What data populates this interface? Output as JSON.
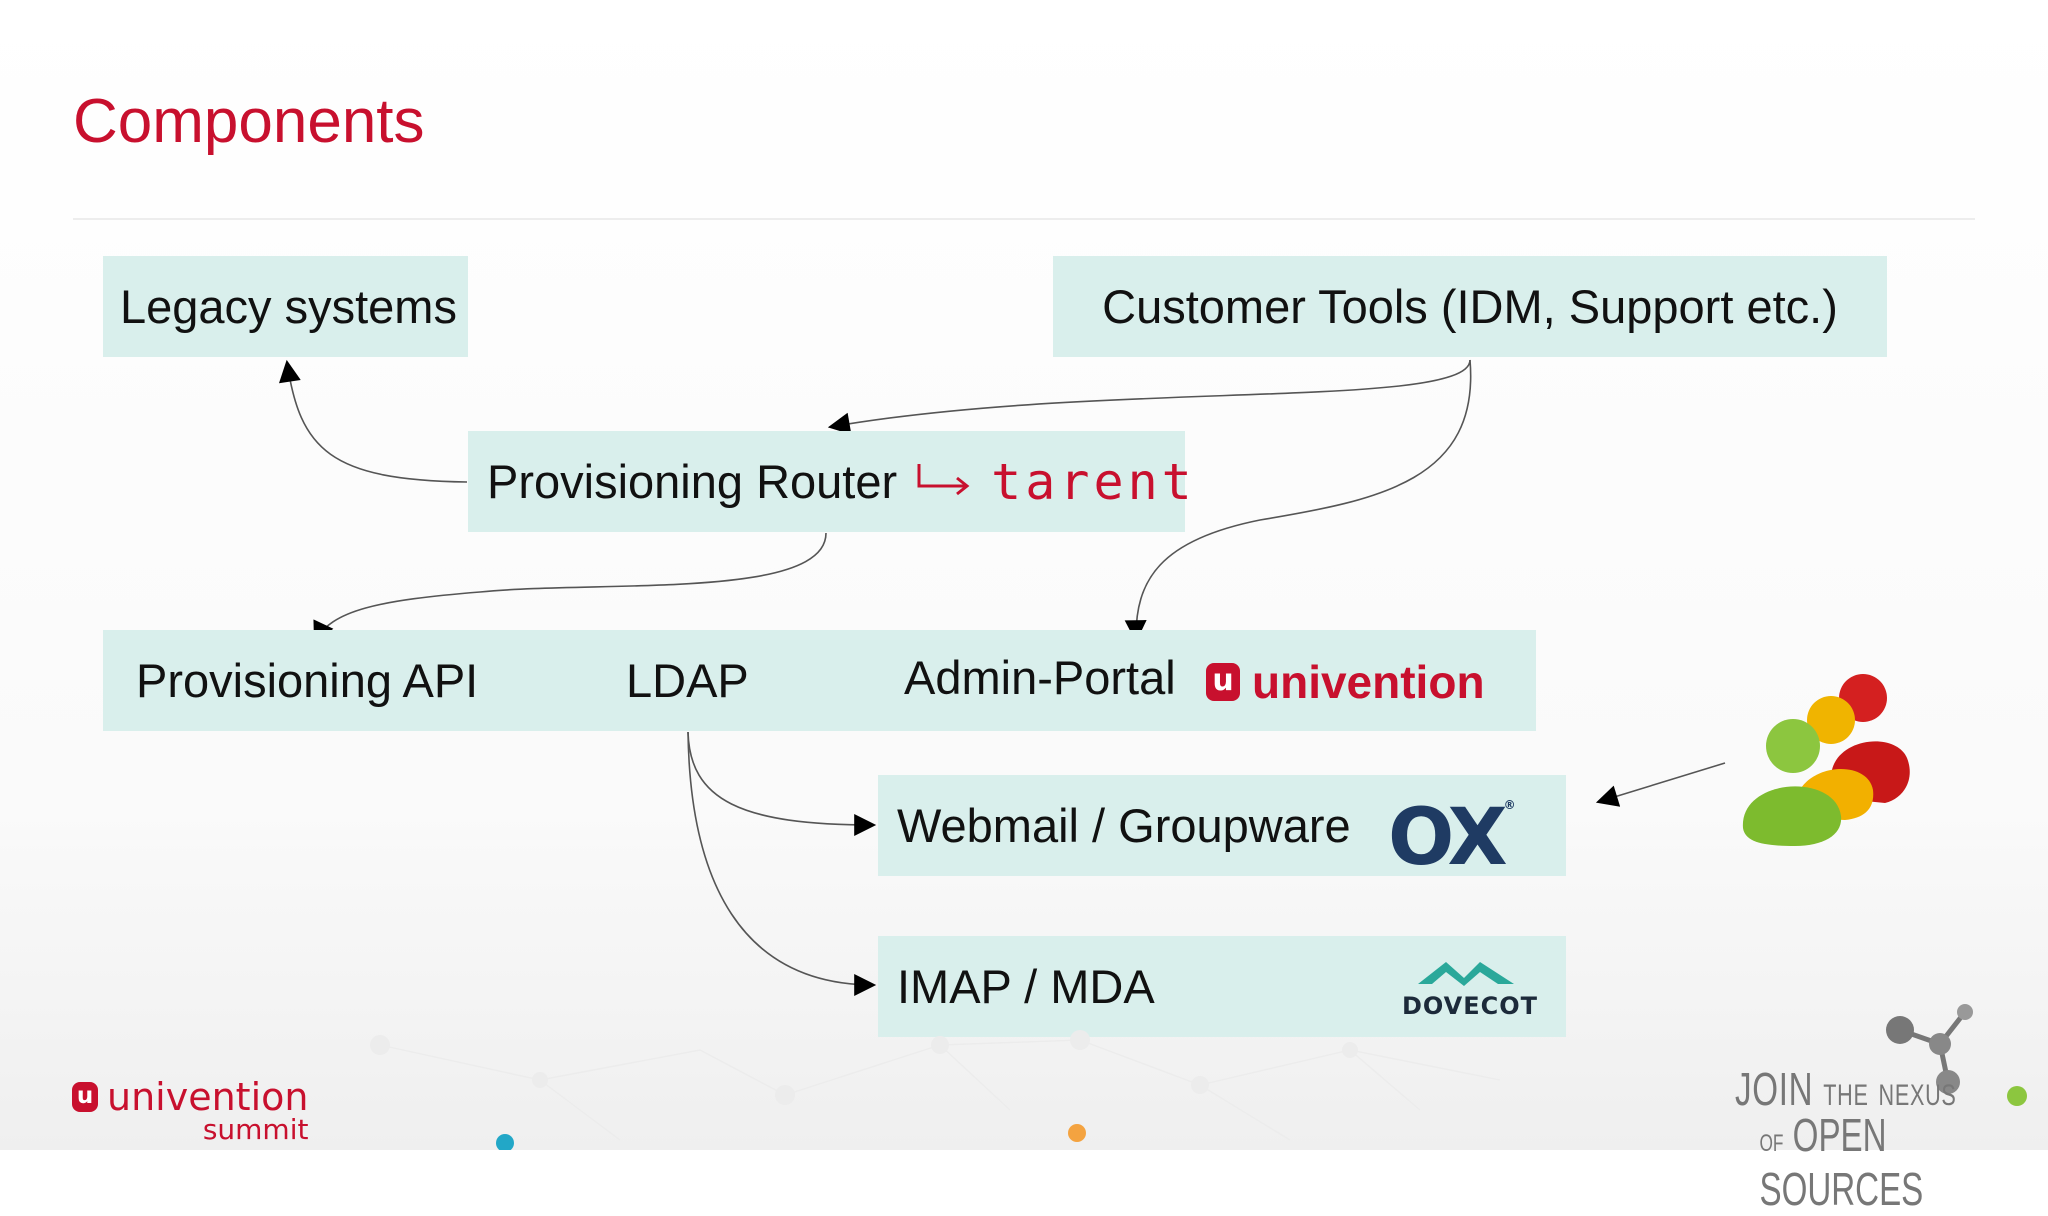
{
  "slide": {
    "title": "Components"
  },
  "boxes": {
    "legacy": "Legacy systems",
    "customer_tools": "Customer Tools (IDM, Support etc.)",
    "router": "Provisioning Router",
    "api": "Provisioning API",
    "ldap": "LDAP",
    "admin_portal": "Admin-Portal",
    "webmail": "Webmail / Groupware",
    "imap": "IMAP / MDA"
  },
  "logos": {
    "tarent": "tarent",
    "univention": "univention",
    "univention_mark": "u",
    "ox": "OX",
    "ox_registered": "®",
    "dovecot": "DOVECOT"
  },
  "footer": {
    "brand": "univention",
    "brand_mark": "u",
    "brand_sub": "summit",
    "tagline_join": "JOIN",
    "tagline_the": "THE",
    "tagline_nexus": "NEXUS",
    "tagline_of": "OF",
    "tagline_open_sources": "OPEN SOURCES"
  },
  "colors": {
    "accent": "#c8102e",
    "box_fill": "#d9efec",
    "ox_blue": "#1f3b63",
    "dovecot_teal": "#2aa89a"
  },
  "icons": [
    "arrow-hook-icon",
    "users-group-icon",
    "molecule-icon"
  ]
}
